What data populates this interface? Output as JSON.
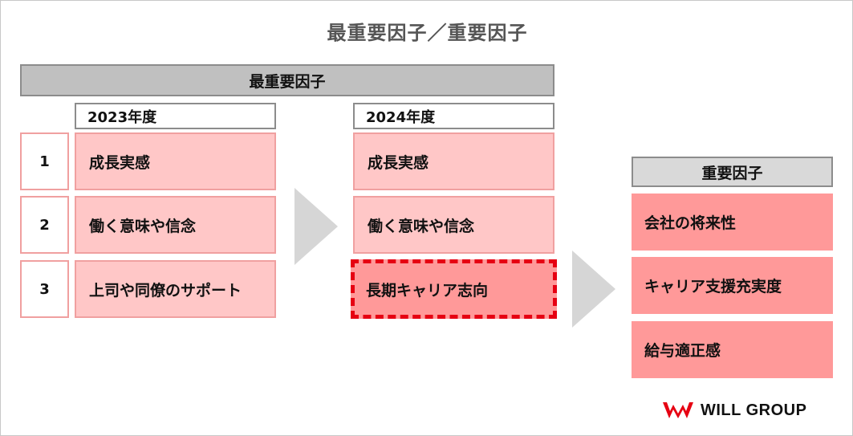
{
  "title": "最重要因子／重要因子",
  "most_important_header": "最重要因子",
  "years": {
    "y2023": "2023年度",
    "y2024": "2024年度"
  },
  "ranks": [
    "1",
    "2",
    "3"
  ],
  "factors_2023": [
    "成長実感",
    "働く意味や信念",
    "上司や同僚のサポート"
  ],
  "factors_2024": [
    "成長実感",
    "働く意味や信念",
    "長期キャリア志向"
  ],
  "important_header": "重要因子",
  "important_factors": [
    "会社の将来性",
    "キャリア支援充実度",
    "給与適正感"
  ],
  "logo_text": "WILL GROUP",
  "colors": {
    "brand_red": "#e60012",
    "pink_light": "#ffc7c7",
    "salmon": "#ff9999",
    "grey_bar": "#c0c0c0"
  }
}
